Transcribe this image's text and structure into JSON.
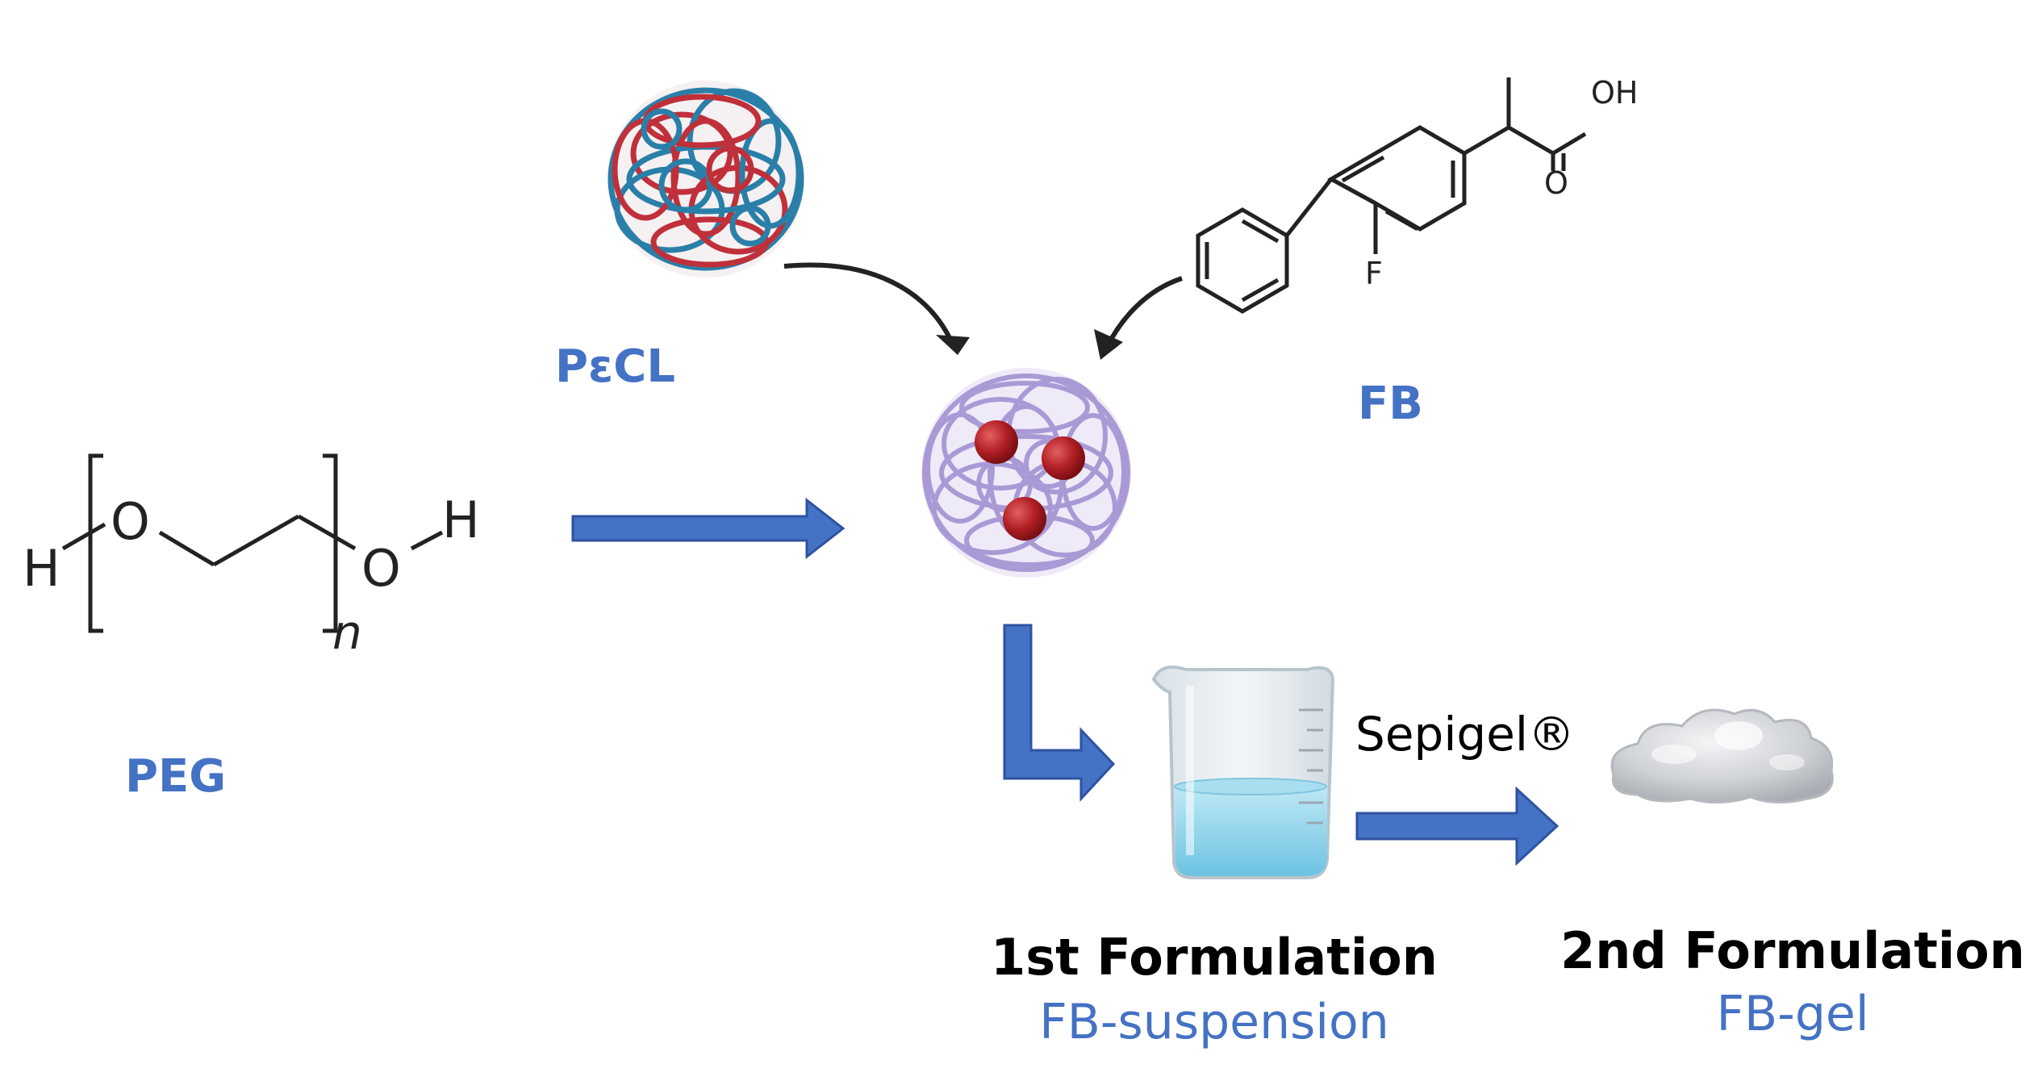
{
  "labels": {
    "pecl": "PεCL",
    "fb": "FB",
    "peg": "PEG",
    "sepigel": "Sepigel®",
    "first_title": "1st Formulation",
    "first_sub": "FB-suspension",
    "second_title": "2nd Formulation",
    "second_sub": "FB-gel"
  },
  "structure_text": {
    "peg_h_left": "H",
    "peg_o1": "O",
    "peg_o2": "O",
    "peg_h_right": "H",
    "peg_n": "n",
    "fb_oh": "OH",
    "fb_o": "O",
    "fb_f": "F"
  },
  "colors": {
    "label_blue": "#4472c4",
    "arrow_blue": "#4472c4",
    "polymer_red": "#c0303a",
    "polymer_blue": "#2a7fa8",
    "micelle_purple": "#a99ad6",
    "drug_red": "#b01e24",
    "liquid_blue": "#8fd3ea"
  }
}
